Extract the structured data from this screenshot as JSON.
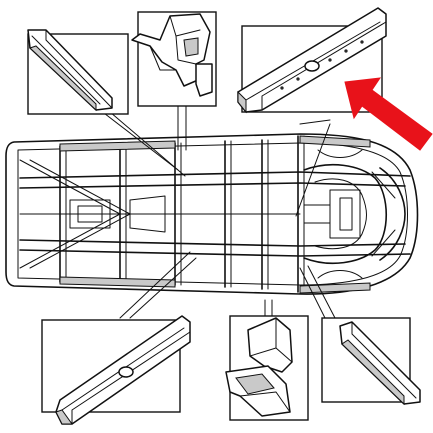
{
  "diagram": {
    "arrow_color": "#e8121a",
    "line_color": "#111111",
    "background": "#ffffff",
    "parts": [
      {
        "name": "left-front-rail"
      },
      {
        "name": "front-bracket-assembly"
      },
      {
        "name": "right-crossmember-rail"
      },
      {
        "name": "left-rear-rail"
      },
      {
        "name": "rear-bracket-assembly"
      },
      {
        "name": "right-rear-rail"
      }
    ]
  }
}
